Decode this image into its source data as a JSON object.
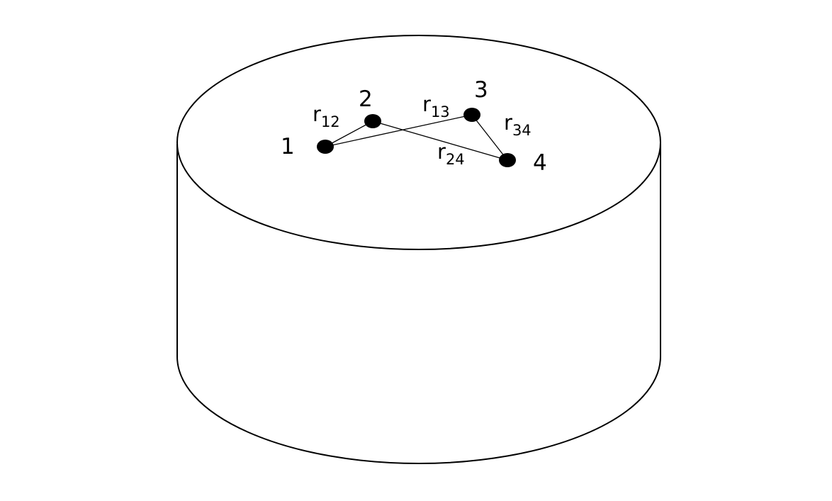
{
  "diagram": {
    "shape": "cylinder",
    "nodes": [
      {
        "id": "1",
        "label": "1"
      },
      {
        "id": "2",
        "label": "2"
      },
      {
        "id": "3",
        "label": "3"
      },
      {
        "id": "4",
        "label": "4"
      }
    ],
    "edges": [
      {
        "from": "1",
        "to": "2",
        "label": "r",
        "subscript": "12"
      },
      {
        "from": "1",
        "to": "3",
        "label": "r",
        "subscript": "13"
      },
      {
        "from": "2",
        "to": "4",
        "label": "r",
        "subscript": "24"
      },
      {
        "from": "3",
        "to": "4",
        "label": "r",
        "subscript": "34"
      }
    ]
  },
  "colors": {
    "stroke": "#000000",
    "fill": "#ffffff",
    "node": "#000000"
  }
}
